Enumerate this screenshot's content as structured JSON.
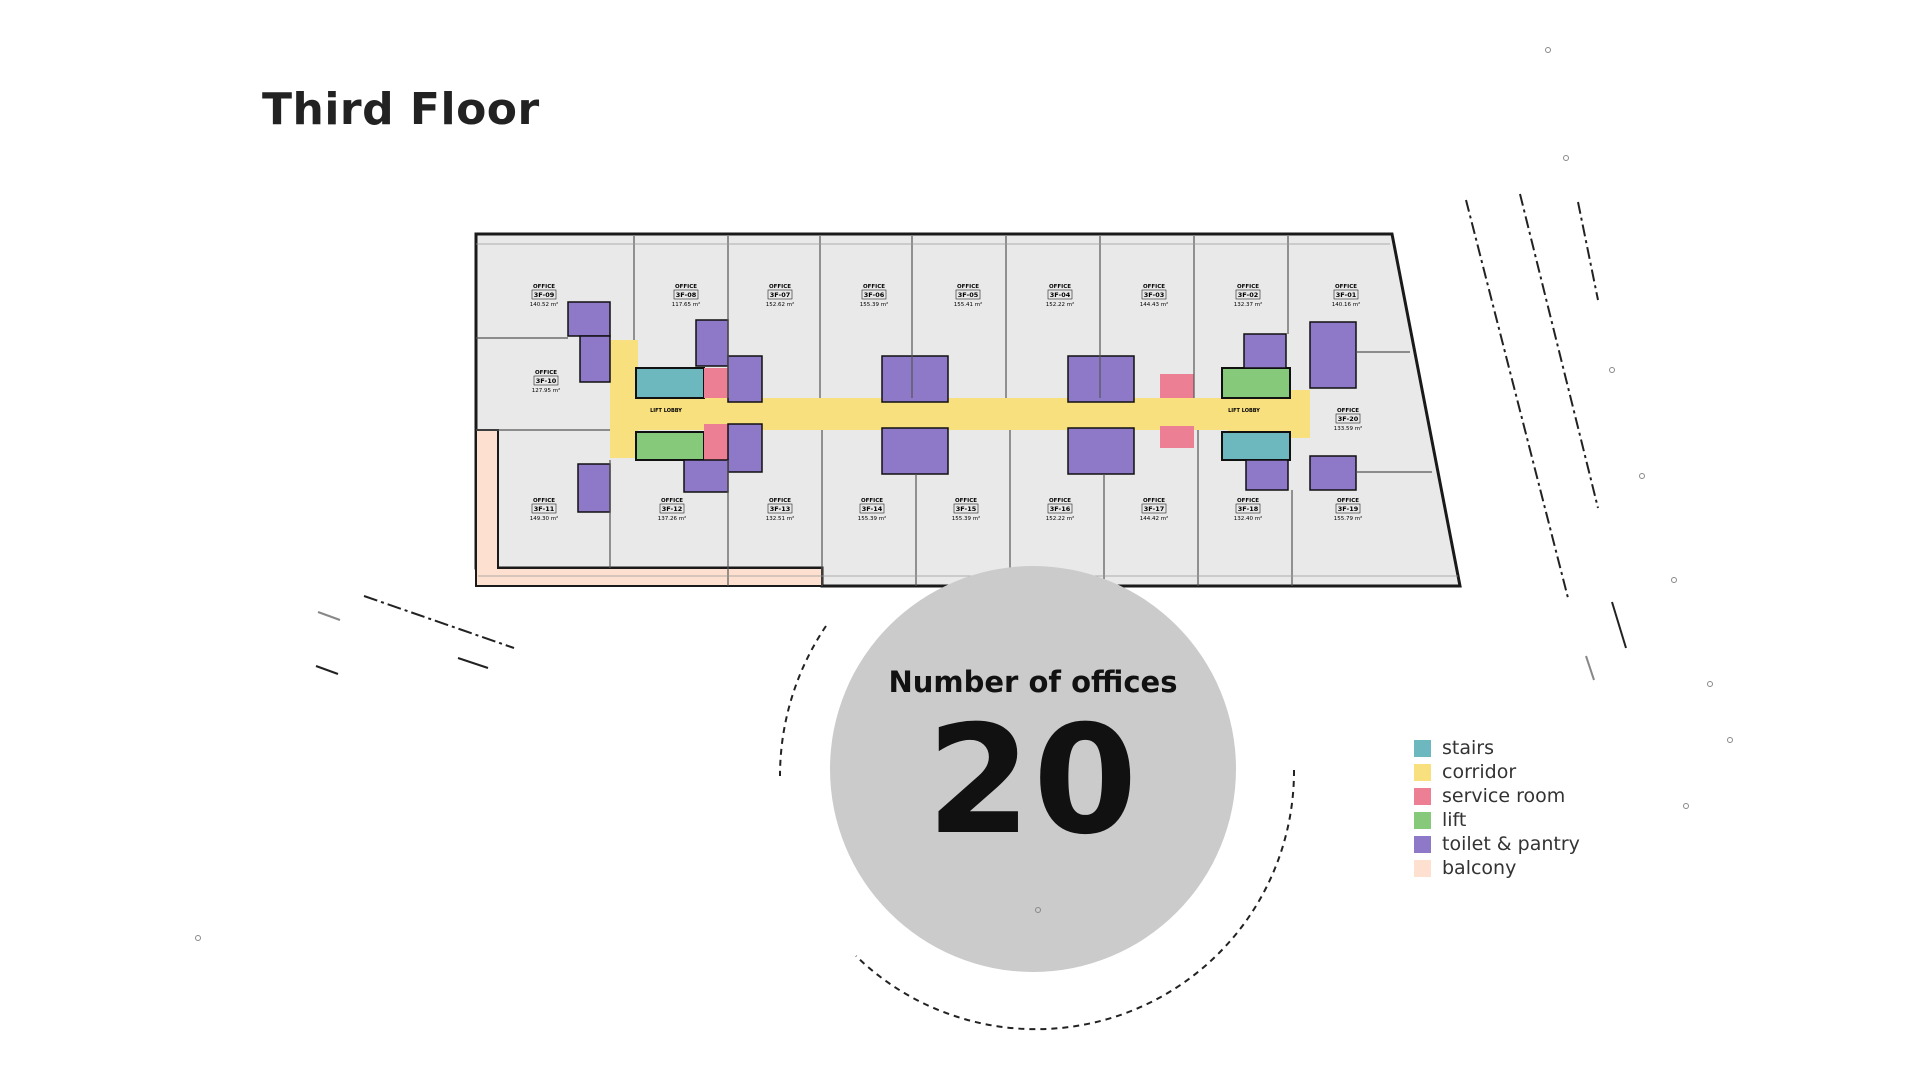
{
  "page": {
    "title": "Third Floor"
  },
  "stat": {
    "label": "Number of offices",
    "value": "20"
  },
  "legend": {
    "items": [
      {
        "label": "stairs",
        "color": "#6db7bf"
      },
      {
        "label": "corridor",
        "color": "#f9e07f"
      },
      {
        "label": "service room",
        "color": "#ec7f93"
      },
      {
        "label": "lift",
        "color": "#86c97a"
      },
      {
        "label": "toilet & pantry",
        "color": "#8e79c9"
      },
      {
        "label": "balcony",
        "color": "#fde0cf"
      }
    ]
  },
  "floorplan": {
    "room_type_label": "OFFICE",
    "lift_lobby_label": "LIFT LOBBY",
    "offices_top": [
      {
        "id": "3F-09",
        "area": "140.52 m²"
      },
      {
        "id": "3F-08",
        "area": "117.65 m²"
      },
      {
        "id": "3F-07",
        "area": "152.62 m²"
      },
      {
        "id": "3F-06",
        "area": "155.39 m²"
      },
      {
        "id": "3F-05",
        "area": "155.41 m²"
      },
      {
        "id": "3F-04",
        "area": "152.22 m²"
      },
      {
        "id": "3F-03",
        "area": "144.43 m²"
      },
      {
        "id": "3F-02",
        "area": "132.37 m²"
      },
      {
        "id": "3F-01",
        "area": "140.16 m²"
      }
    ],
    "offices_side": [
      {
        "id": "3F-10",
        "area": "127.95 m²"
      },
      {
        "id": "3F-20",
        "area": "133.59 m²"
      }
    ],
    "offices_bottom": [
      {
        "id": "3F-11",
        "area": "149.30 m²"
      },
      {
        "id": "3F-12",
        "area": "137.26 m²"
      },
      {
        "id": "3F-13",
        "area": "132.51 m²"
      },
      {
        "id": "3F-14",
        "area": "155.39 m²"
      },
      {
        "id": "3F-15",
        "area": "155.39 m²"
      },
      {
        "id": "3F-16",
        "area": "152.22 m²"
      },
      {
        "id": "3F-17",
        "area": "144.42 m²"
      },
      {
        "id": "3F-18",
        "area": "132.40 m²"
      },
      {
        "id": "3F-19",
        "area": "155.79 m²"
      }
    ]
  }
}
